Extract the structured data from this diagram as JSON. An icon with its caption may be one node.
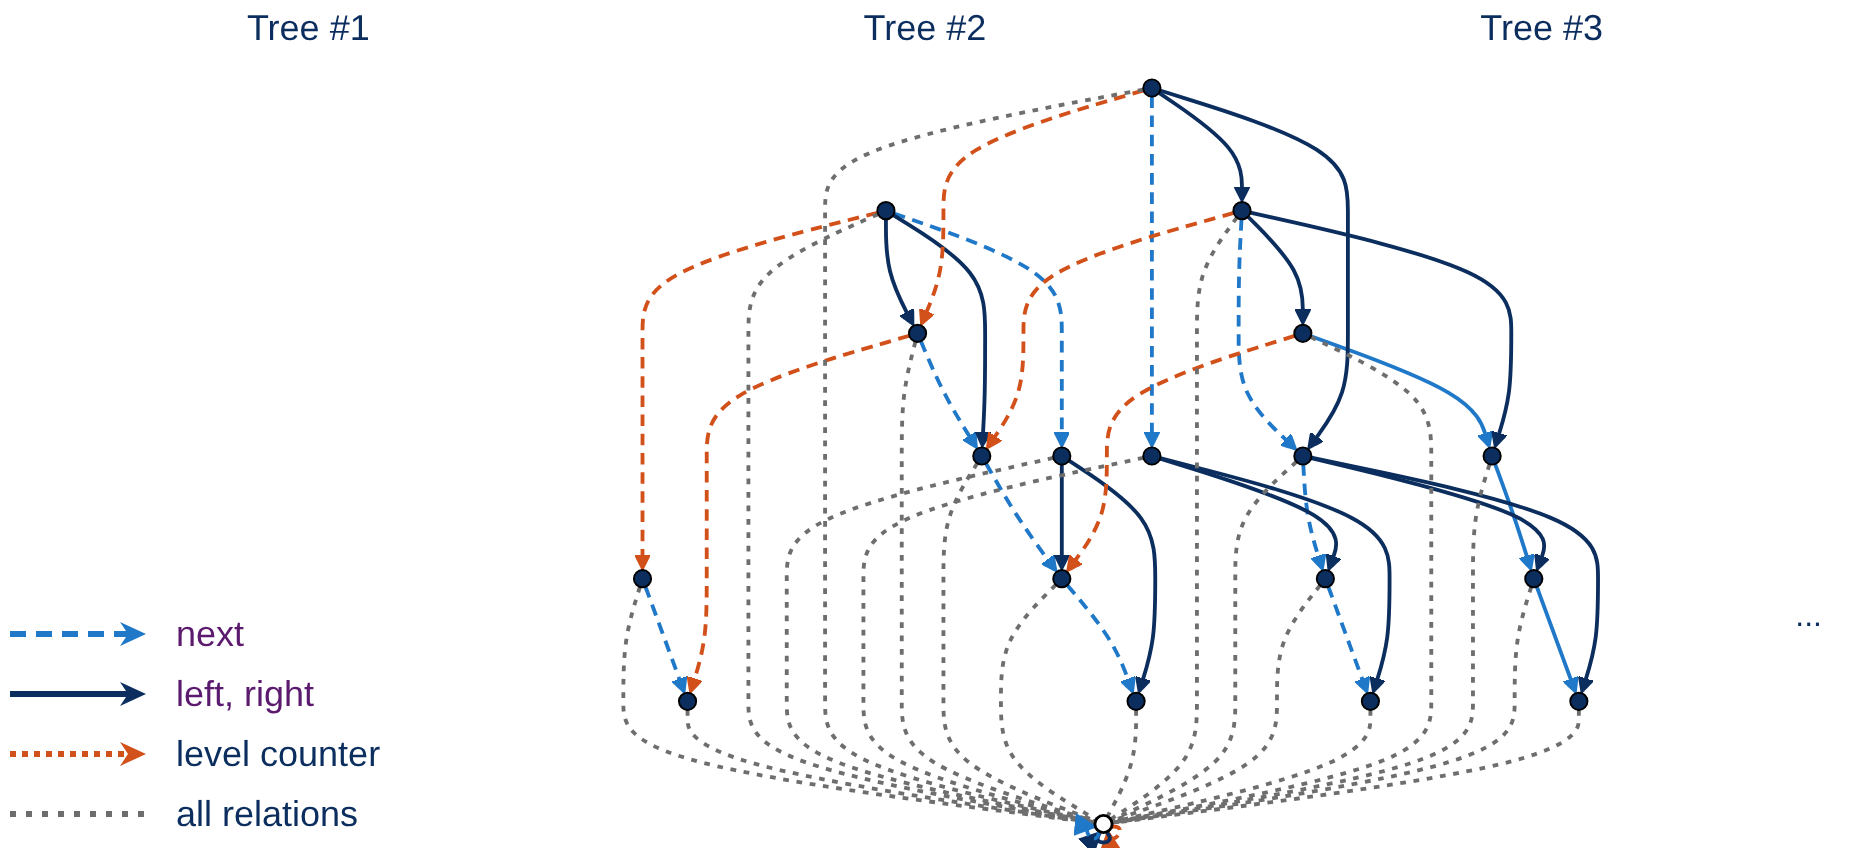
{
  "diagram": {
    "nodes": [
      {
        "text": [],
        "shape": "circle"
      },
      {
        "text": [],
        "shape": "circle"
      },
      {
        "text": [],
        "shape": "circle"
      },
      {
        "text": [],
        "shape": "circle"
      },
      {
        "text": [],
        "shape": "circle"
      },
      {
        "text": [],
        "shape": "circle"
      },
      {
        "text": [],
        "shape": "circle"
      },
      {
        "text": [],
        "shape": "circle"
      },
      {
        "text": [],
        "shape": "circle"
      },
      {
        "text": [],
        "shape": "circle"
      },
      {
        "text": [],
        "shape": "circle"
      },
      {
        "text": [],
        "shape": "circle"
      },
      {
        "text": [],
        "shape": "circle"
      },
      {
        "text": [],
        "shape": "circle"
      },
      {
        "text": [],
        "shape": "circle"
      },
      {
        "text": [],
        "shape": "circle"
      },
      {
        "text": [],
        "shape": "circle"
      },
      {
        "text": [],
        "shape": "circle"
      },
      {
        "text": [],
        "shape": "circle"
      }
    ],
    "edges": [
      {
        "from": 0,
        "to": 1,
        "arrow": "to",
        "style": "dashed",
        "color": "#1f78c8"
      },
      {
        "from": 2,
        "to": 3,
        "arrow": "to",
        "style": "dashed",
        "color": "#1f78c8"
      },
      {
        "from": 6,
        "to": 7,
        "arrow": "to",
        "style": "dashed",
        "color": "#1f78c8"
      },
      {
        "from": 7,
        "to": 8,
        "arrow": "to",
        "style": "dashed",
        "color": "#1f78c8"
      },
      {
        "from": 8,
        "to": 9,
        "arrow": "to",
        "style": "dashed",
        "color": "#1f78c8"
      },
      {
        "from": 4,
        "to": 5,
        "arrow": "to",
        "style": "dashed",
        "color": "#1f78c8"
      },
      {
        "from": 10,
        "to": 11,
        "arrow": "to",
        "style": "dashed",
        "color": "#1f78c8"
      },
      {
        "from": 11,
        "to": 12,
        "arrow": "to",
        "style": "dashed",
        "color": "#1f78c8"
      },
      {
        "from": 12,
        "to": 13,
        "arrow": "to",
        "style": "dashed",
        "color": "#1f78c8"
      },
      {
        "from": 14,
        "to": 15,
        "arrow": "to",
        "color": "#1f78c8"
      },
      {
        "from": 15,
        "to": 16,
        "arrow": "to",
        "color": "#1f78c8"
      },
      {
        "from": 16,
        "to": 17,
        "arrow": "to",
        "color": "#1f78c8"
      },
      {
        "from": 2,
        "to": 6,
        "arrow": "to",
        "color": "#0b2e5e"
      },
      {
        "from": 2,
        "to": 7,
        "arrow": "to",
        "color": "#0b2e5e"
      },
      {
        "from": 3,
        "to": 8,
        "arrow": "to",
        "color": "#0b2e5e"
      },
      {
        "from": 3,
        "to": 9,
        "arrow": "to",
        "color": "#0b2e5e"
      },
      {
        "from": 4,
        "to": 10,
        "arrow": "to",
        "color": "#0b2e5e"
      },
      {
        "from": 4,
        "to": 11,
        "arrow": "to",
        "color": "#0b2e5e"
      },
      {
        "from": 5,
        "to": 12,
        "arrow": "to",
        "color": "#0b2e5e"
      },
      {
        "from": 5,
        "to": 13,
        "arrow": "to",
        "color": "#0b2e5e"
      },
      {
        "from": 10,
        "to": 14,
        "arrow": "to",
        "color": "#0b2e5e"
      },
      {
        "from": 10,
        "to": 15,
        "arrow": "to",
        "color": "#0b2e5e"
      },
      {
        "from": 11,
        "to": 16,
        "arrow": "to",
        "color": "#0b2e5e"
      },
      {
        "from": 11,
        "to": 17,
        "arrow": "to",
        "color": "#0b2e5e"
      },
      {
        "from": 2,
        "to": 0,
        "arrow": "to",
        "style": "dashed",
        "color": "#d2501a"
      },
      {
        "from": 6,
        "to": 1,
        "arrow": "to",
        "style": "dashed",
        "color": "#d2501a"
      },
      {
        "from": 4,
        "to": 6,
        "arrow": "to",
        "style": "dashed",
        "color": "#d2501a"
      },
      {
        "from": 10,
        "to": 7,
        "arrow": "to",
        "style": "dashed",
        "color": "#d2501a"
      },
      {
        "from": 14,
        "to": 8,
        "arrow": "to",
        "style": "dashed",
        "color": "#d2501a"
      },
      {
        "from": 18,
        "to": 18,
        "arrow": "to",
        "style": "dashed",
        "color": "#d2501a"
      },
      {
        "from": 18,
        "to": 18,
        "arrow": "to",
        "color": "#0b2e5e"
      },
      {
        "from": 18,
        "to": 18,
        "arrow": "to",
        "style": "dashed",
        "color": "#1f78c8"
      },
      {
        "from": 18,
        "to": 0,
        "arrow": "none",
        "style": "dashed"
      },
      {
        "from": 18,
        "to": 1,
        "arrow": "none",
        "style": "dashed"
      },
      {
        "from": 18,
        "to": 2,
        "arrow": "none",
        "style": "dashed"
      },
      {
        "from": 18,
        "to": 3,
        "arrow": "none",
        "style": "dashed"
      },
      {
        "from": 18,
        "to": 4,
        "arrow": "none",
        "style": "dashed"
      },
      {
        "from": 18,
        "to": 5,
        "arrow": "none",
        "style": "dashed"
      },
      {
        "from": 18,
        "to": 6,
        "arrow": "none",
        "style": "dashed"
      },
      {
        "from": 18,
        "to": 7,
        "arrow": "none",
        "style": "dashed"
      },
      {
        "from": 18,
        "to": 8,
        "arrow": "none",
        "style": "dashed"
      },
      {
        "from": 18,
        "to": 9,
        "arrow": "none",
        "style": "dashed"
      },
      {
        "from": 18,
        "to": 10,
        "arrow": "none",
        "style": "dashed"
      },
      {
        "from": 18,
        "to": 11,
        "arrow": "none",
        "style": "dashed"
      },
      {
        "from": 18,
        "to": 12,
        "arrow": "none",
        "style": "dashed"
      },
      {
        "from": 18,
        "to": 13,
        "arrow": "none",
        "style": "dashed"
      },
      {
        "from": 18,
        "to": 14,
        "arrow": "none",
        "style": "dashed"
      },
      {
        "from": 18,
        "to": 15,
        "arrow": "none",
        "style": "dashed"
      },
      {
        "from": 18,
        "to": 16,
        "arrow": "none",
        "style": "dashed"
      },
      {
        "from": 18,
        "to": 17,
        "arrow": "none",
        "style": "dashed"
      }
    ],
    "labels": [
      "Tree #1",
      "Tree #2",
      "Tree #3",
      "..."
    ],
    "legend": [
      {
        "text": "next"
      },
      {
        "text": "left, right"
      },
      {
        "text": "level counter"
      },
      {
        "text": "all relations"
      }
    ]
  }
}
